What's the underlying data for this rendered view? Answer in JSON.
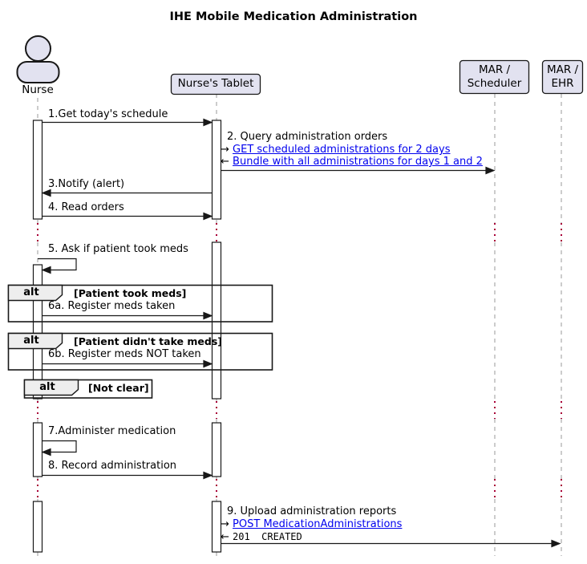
{
  "title": "IHE Mobile Medication Administration",
  "participants": {
    "nurse": {
      "label": "Nurse",
      "type": "actor"
    },
    "tablet": {
      "label": "Nurse's Tablet",
      "type": "participant"
    },
    "scheduler": {
      "line1": "MAR /",
      "line2": "Scheduler",
      "type": "participant"
    },
    "ehr": {
      "line1": "MAR /",
      "line2": "EHR",
      "type": "participant"
    }
  },
  "messages": {
    "m1": {
      "label": "1.Get today's schedule"
    },
    "m2": {
      "label": "2. Query administration orders",
      "req_arrow": "→",
      "req_link": "GET scheduled administrations for 2 days",
      "res_arrow": "←",
      "res_link": "Bundle with all administrations for days 1 and 2"
    },
    "m3": {
      "label": "3.Notify (alert)"
    },
    "m4": {
      "label": "4. Read orders"
    },
    "m5": {
      "label": "5. Ask if patient took meds"
    },
    "m6a": {
      "label": "6a. Register meds taken"
    },
    "m6b": {
      "label": "6b. Register meds NOT taken"
    },
    "m7": {
      "label": "7.Administer medication"
    },
    "m8": {
      "label": "8. Record administration"
    },
    "m9": {
      "label": "9. Upload administration reports",
      "req_arrow": "→",
      "req_link": "POST MedicationAdministrations",
      "res_arrow": "←",
      "res_code": "201  CREATED"
    }
  },
  "fragments": {
    "alt1": {
      "operator": "alt",
      "guard": "[Patient took meds]"
    },
    "alt2": {
      "operator": "alt",
      "guard": "[Patient didn't take meds]"
    },
    "alt3": {
      "operator": "alt",
      "guard": "[Not clear]"
    }
  },
  "colors": {
    "participant_fill": "#E2E2F0",
    "participant_border": "#181818",
    "lifeline_gray": "#999999",
    "delay_dot_red": "#A80036",
    "link_blue": "#0000EE",
    "fragment_header_fill": "#EEEEEE",
    "activation_fill": "#FFFFFF",
    "text_color": "#000000"
  }
}
